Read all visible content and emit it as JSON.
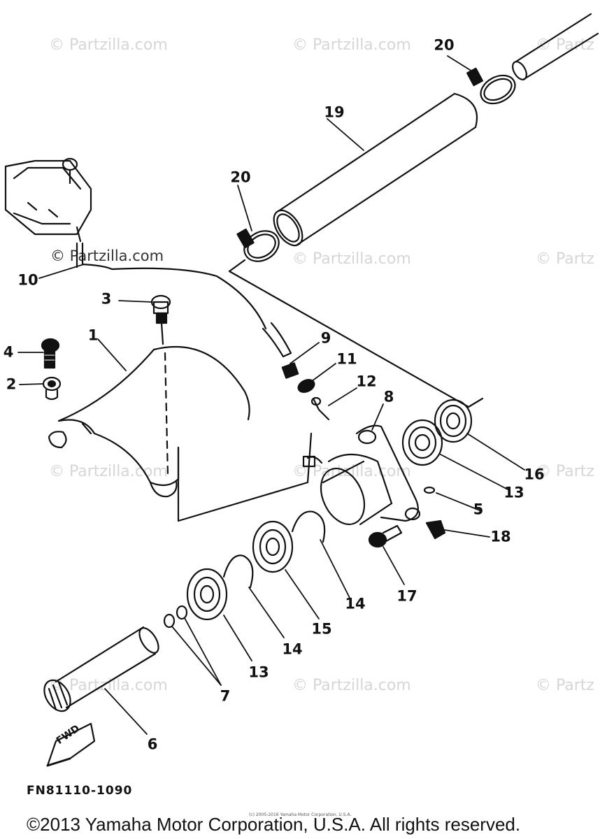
{
  "watermark_text": "© Partzilla.com",
  "watermark_text_partial": "© Partz",
  "diagram_code": "FN81110-1090",
  "fwd_label": "FWD",
  "tiny_credit": "(c) 2005-2016 Yamaha Motor Corporation, U.S.A.",
  "copyright": "©2013 Yamaha Motor Corporation, U.S.A. All rights reserved.",
  "callouts": {
    "c1": "1",
    "c2": "2",
    "c3": "3",
    "c4": "4",
    "c5": "5",
    "c6": "6",
    "c7": "7",
    "c8": "8",
    "c9": "9",
    "c10": "10",
    "c11": "11",
    "c12": "12",
    "c13a": "13",
    "c13b": "13",
    "c14a": "14",
    "c14b": "14",
    "c15": "15",
    "c16": "16",
    "c17": "17",
    "c18": "18",
    "c19": "19",
    "c20a": "20",
    "c20b": "20"
  }
}
